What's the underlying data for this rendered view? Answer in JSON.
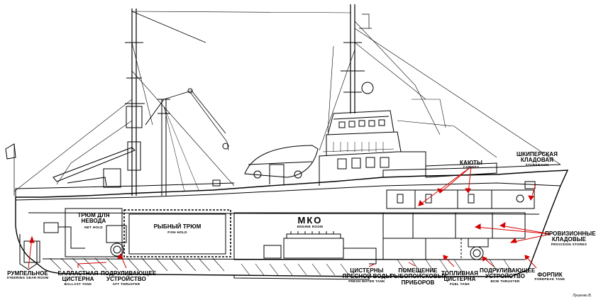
{
  "labels": {
    "net_hold": {
      "ru": "ТРЮМ ДЛЯ\nНЕВОДА",
      "en": "NET HOLD"
    },
    "fish_hold": {
      "ru": "РЫБНЫЙ ТРЮМ",
      "en": "FISH HOLD"
    },
    "engine_room": {
      "ru": "МКО",
      "en": "ENGINE ROOM"
    },
    "cabins": {
      "ru": "КАЮТЫ",
      "en": "CABINES"
    },
    "storeroom": {
      "ru": "ШКИПЕРСКАЯ\nКЛАДОВАЯ",
      "en": "STOREROOM"
    },
    "provision": {
      "ru": "ПРОВИЗИОННЫЕ\nКЛАДОВЫЕ",
      "en": "PROVISION STORES"
    },
    "steering": {
      "ru": "РУМПЕЛЬНОЕ",
      "en": "STEERING GEAR ROOM"
    },
    "ballast": {
      "ru": "БАЛЛАСТНАЯ\nЦИСТЕРНА",
      "en": "BALLAST TANK"
    },
    "aft_thruster": {
      "ru": "ПОДРУЛИВАЮЩЕЕ\nУСТРОЙСТВО",
      "en": "AFT THRUSTER"
    },
    "fresh_water": {
      "ru": "ЦИСТЕРНЫ\nПРЕСНОЙ ВОДЫ",
      "en": "FRESH WATER TANK"
    },
    "fish_finder": {
      "ru": "ПОМЕЩЕНИЕ\nРЫБОПОИСКОВЫХ\nПРИБОРОВ",
      "en": ""
    },
    "fuel": {
      "ru": "ТОПЛИВНАЯ\nЦИСТЕРНА",
      "en": "FUEL TANK"
    },
    "bow_thruster": {
      "ru": "ПОДРУЛИВАЮЩЕЕ\nУСТРОЙСТВО",
      "en": "BOW THRUSTER"
    },
    "forepeak": {
      "ru": "ФОРПИК",
      "en": "FOREPEAK TANK"
    }
  },
  "credit": "Лушенко В.",
  "colors": {
    "line": "#000000",
    "leader": "#d40000",
    "background": "#ffffff"
  }
}
